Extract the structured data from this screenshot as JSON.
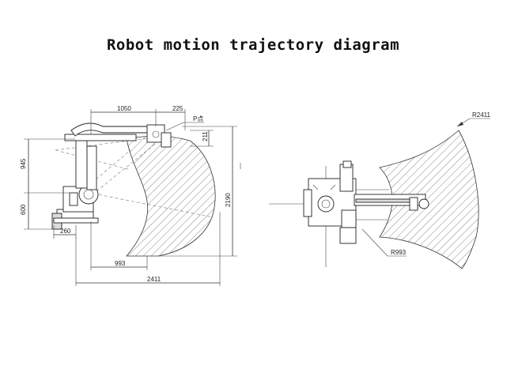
{
  "title": "Robot motion trajectory diagram",
  "side_view": {
    "dims": {
      "top_reach": "1050",
      "top_offset": "225",
      "point_label": "P点",
      "small_vertical": "211",
      "upper_height": "945",
      "lower_height": "600",
      "base_width": "260",
      "inner_radius": "993",
      "outer_reach": "2411",
      "total_height": "2190"
    }
  },
  "top_view": {
    "dims": {
      "outer_radius": "R2411",
      "inner_radius": "R993"
    }
  },
  "colors": {
    "line": "#333333",
    "hatch": "#555555",
    "background": "#ffffff"
  }
}
